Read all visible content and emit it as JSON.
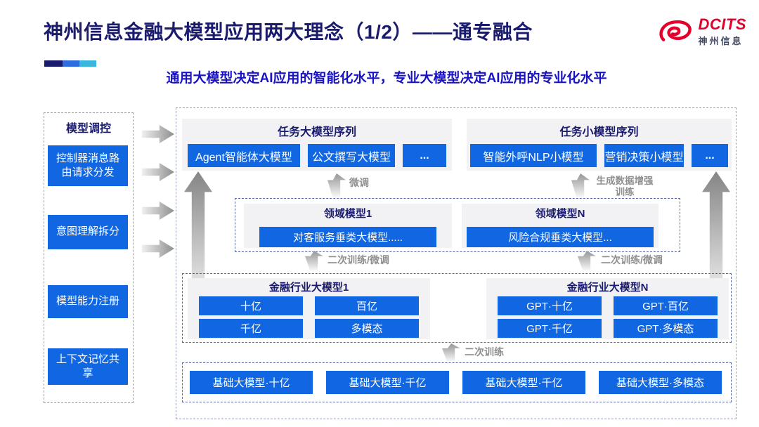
{
  "slide": {
    "title": "神州信息金融大模型应用两大理念（1/2）——通专融合",
    "subtitle": "通用大模型决定AI应用的智能化水平，专业大模型决定AI应用的专业化水平"
  },
  "logo": {
    "brand": "DCITS",
    "company": "神州信息"
  },
  "sidebar": {
    "title": "模型调控",
    "items": [
      "控制器消息路由请求分发",
      "意图理解拆分",
      "模型能力注册",
      "上下文记忆共享"
    ]
  },
  "task_large_models": {
    "title": "任务大模型序列",
    "items": [
      "Agent智能体大模型",
      "公文撰写大模型",
      "..."
    ]
  },
  "task_small_models": {
    "title": "任务小模型序列",
    "items": [
      "智能外呼NLP小模型",
      "营销决策小模型",
      "..."
    ]
  },
  "domain_models": {
    "box1": {
      "title": "领域模型1",
      "item": "对客服务垂类大模型....."
    },
    "boxN": {
      "title": "领域模型N",
      "item": "风险合规垂类大模型..."
    }
  },
  "industry_models": {
    "box1": {
      "title": "金融行业大模型1",
      "items": [
        "十亿",
        "百亿",
        "千亿",
        "多模态"
      ]
    },
    "boxN": {
      "title": "金融行业大模型N",
      "items": [
        "GPT·十亿",
        "GPT·百亿",
        "GPT·千亿",
        "GPT·多模态"
      ]
    }
  },
  "base_models": {
    "items": [
      "基础大模型·十亿",
      "基础大模型·千亿",
      "基础大模型·千亿",
      "基础大模型·多模态"
    ]
  },
  "arrow_labels": {
    "fine_tune": "微调",
    "gen_data_training": "生成数据增强训练",
    "secondary_training_ft_left": "二次训练/微调",
    "secondary_training_ft_right": "二次训练/微调",
    "secondary_training": "二次训练"
  },
  "colors": {
    "button_blue": "#1167e2",
    "title_navy": "#1b1b6e",
    "subtitle_blue": "#1a13c4",
    "label_gray": "#8f8f8f",
    "panel_gray": "#f2f2f4",
    "logo_red": "#e4002b"
  }
}
